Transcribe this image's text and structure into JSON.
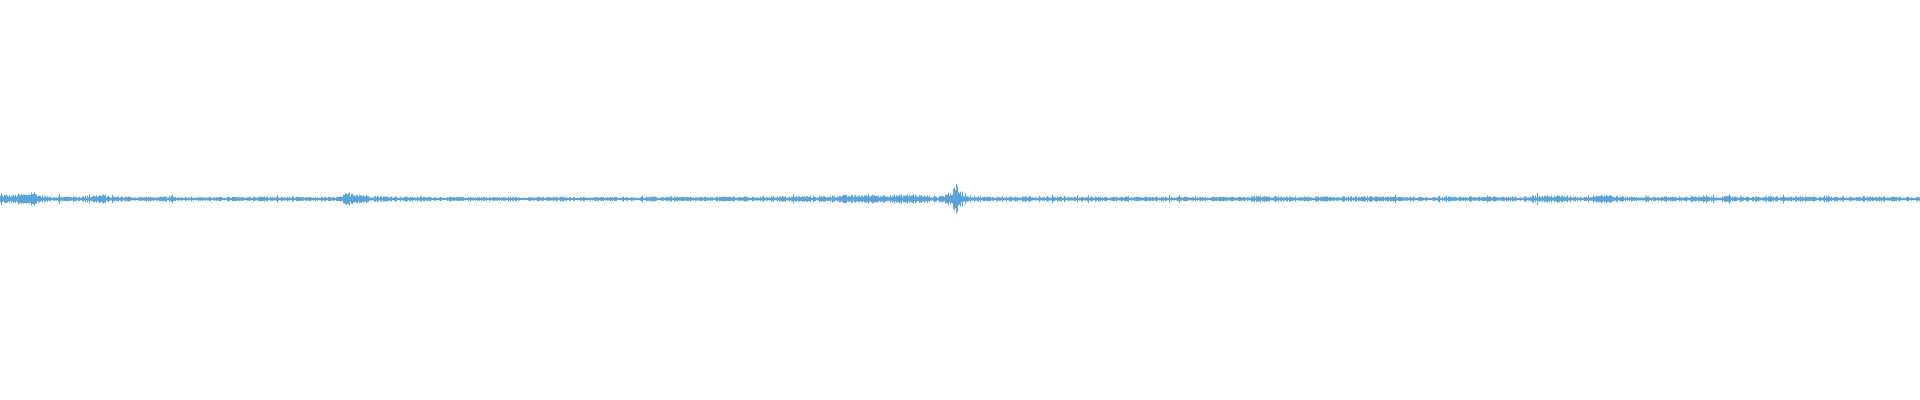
{
  "waveform": {
    "color": "#5ba4da",
    "background": "#ffffff",
    "amplitude_profile": [
      0.18,
      0.22,
      0.2,
      0.26,
      0.24,
      0.4,
      0.2,
      0.14,
      0.12,
      0.14,
      0.12,
      0.14,
      0.12,
      0.14,
      0.16,
      0.2,
      0.22,
      0.14,
      0.12,
      0.14,
      0.12,
      0.1,
      0.1,
      0.12,
      0.1,
      0.1,
      0.14,
      0.12,
      0.1,
      0.1,
      0.12,
      0.1,
      0.1,
      0.1,
      0.1,
      0.1,
      0.12,
      0.1,
      0.1,
      0.1,
      0.12,
      0.14,
      0.1,
      0.1,
      0.1,
      0.1,
      0.1,
      0.1,
      0.1,
      0.1,
      0.1,
      0.1,
      0.1,
      0.12,
      0.3,
      0.34,
      0.26,
      0.2,
      0.16,
      0.16,
      0.14,
      0.14,
      0.12,
      0.12,
      0.12,
      0.12,
      0.12,
      0.1,
      0.12,
      0.1,
      0.1,
      0.1,
      0.1,
      0.1,
      0.1,
      0.1,
      0.1,
      0.1,
      0.1,
      0.1,
      0.1,
      0.1,
      0.1,
      0.1,
      0.1,
      0.1,
      0.1,
      0.12,
      0.1,
      0.1,
      0.1,
      0.1,
      0.1,
      0.1,
      0.1,
      0.1,
      0.1,
      0.12,
      0.1,
      0.1,
      0.1,
      0.12,
      0.1,
      0.1,
      0.14,
      0.12,
      0.1,
      0.1,
      0.1,
      0.1,
      0.1,
      0.12,
      0.12,
      0.12,
      0.14,
      0.12,
      0.12,
      0.1,
      0.12,
      0.12,
      0.14,
      0.12,
      0.14,
      0.12,
      0.14,
      0.14,
      0.16,
      0.14,
      0.14,
      0.16,
      0.18,
      0.18,
      0.2,
      0.18,
      0.2,
      0.22,
      0.22,
      0.2,
      0.22,
      0.22,
      0.2,
      0.22,
      0.24,
      0.2,
      0.18,
      0.16,
      0.14,
      0.22,
      0.38,
      0.62,
      0.3,
      0.18,
      0.14,
      0.12,
      0.12,
      0.12,
      0.12,
      0.12,
      0.12,
      0.12,
      0.12,
      0.12,
      0.12,
      0.14,
      0.12,
      0.12,
      0.12,
      0.12,
      0.1,
      0.12,
      0.12,
      0.12,
      0.1,
      0.12,
      0.12,
      0.12,
      0.12,
      0.1,
      0.12,
      0.1,
      0.12,
      0.1,
      0.1,
      0.1,
      0.12,
      0.12,
      0.1,
      0.1,
      0.1,
      0.1,
      0.1,
      0.1,
      0.1,
      0.1,
      0.1,
      0.14,
      0.16,
      0.14,
      0.12,
      0.12,
      0.12,
      0.12,
      0.12,
      0.12,
      0.12,
      0.12,
      0.12,
      0.12,
      0.12,
      0.14,
      0.12,
      0.12,
      0.12,
      0.14,
      0.12,
      0.16,
      0.12,
      0.12,
      0.12,
      0.12,
      0.12,
      0.1,
      0.1,
      0.12,
      0.12,
      0.1,
      0.14,
      0.12,
      0.12,
      0.12,
      0.12,
      0.12,
      0.12,
      0.12,
      0.12,
      0.12,
      0.12,
      0.14,
      0.16,
      0.18,
      0.16,
      0.16,
      0.18,
      0.16,
      0.16,
      0.14,
      0.12,
      0.14,
      0.2,
      0.22,
      0.24,
      0.18,
      0.14,
      0.12,
      0.12,
      0.12,
      0.12,
      0.12,
      0.12,
      0.12,
      0.12,
      0.12,
      0.12,
      0.12,
      0.12,
      0.12,
      0.14,
      0.12,
      0.12,
      0.14,
      0.16,
      0.12,
      0.12,
      0.12,
      0.12,
      0.12,
      0.14,
      0.12,
      0.12,
      0.12,
      0.12,
      0.12,
      0.12,
      0.12,
      0.14,
      0.12,
      0.12,
      0.12,
      0.12,
      0.12,
      0.14,
      0.12,
      0.12,
      0.12,
      0.14,
      0.12,
      0.12,
      0.12,
      0.12,
      0.12
    ]
  }
}
